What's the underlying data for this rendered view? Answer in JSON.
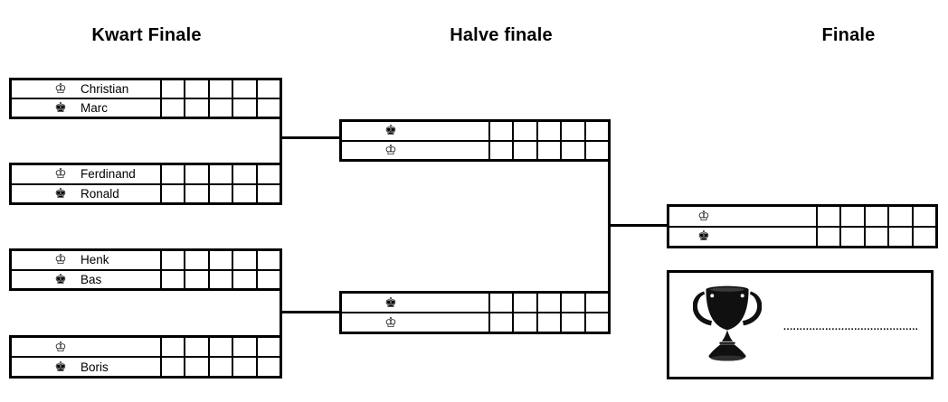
{
  "page": {
    "background": "#ffffff",
    "line_color": "#000000"
  },
  "headers": {
    "quarter": "Kwart Finale",
    "semi": "Halve finale",
    "final": "Finale"
  },
  "bracket": {
    "score_columns_per_row": 5,
    "quarter": [
      {
        "players": [
          {
            "piece": "white-king",
            "symbol": "♔",
            "name": "Christian"
          },
          {
            "piece": "black-king",
            "symbol": "♚",
            "name": "Marc"
          }
        ]
      },
      {
        "players": [
          {
            "piece": "white-king",
            "symbol": "♔",
            "name": "Ferdinand"
          },
          {
            "piece": "black-king",
            "symbol": "♚",
            "name": "Ronald"
          }
        ]
      },
      {
        "players": [
          {
            "piece": "white-king",
            "symbol": "♔",
            "name": "Henk"
          },
          {
            "piece": "black-king",
            "symbol": "♚",
            "name": "Bas"
          }
        ]
      },
      {
        "players": [
          {
            "piece": "white-king",
            "symbol": "♔",
            "name": ""
          },
          {
            "piece": "black-king",
            "symbol": "♚",
            "name": "Boris"
          }
        ]
      }
    ],
    "semi": [
      {
        "players": [
          {
            "piece": "black-king",
            "symbol": "♚",
            "name": ""
          },
          {
            "piece": "white-king",
            "symbol": "♔",
            "name": ""
          }
        ]
      },
      {
        "players": [
          {
            "piece": "black-king",
            "symbol": "♚",
            "name": ""
          },
          {
            "piece": "white-king",
            "symbol": "♔",
            "name": ""
          }
        ]
      }
    ],
    "final": [
      {
        "players": [
          {
            "piece": "white-king",
            "symbol": "♔",
            "name": ""
          },
          {
            "piece": "black-king",
            "symbol": "♚",
            "name": ""
          }
        ]
      }
    ]
  },
  "winner": {
    "trophy_icon": "trophy",
    "name_dotted_line": ".............................................."
  }
}
